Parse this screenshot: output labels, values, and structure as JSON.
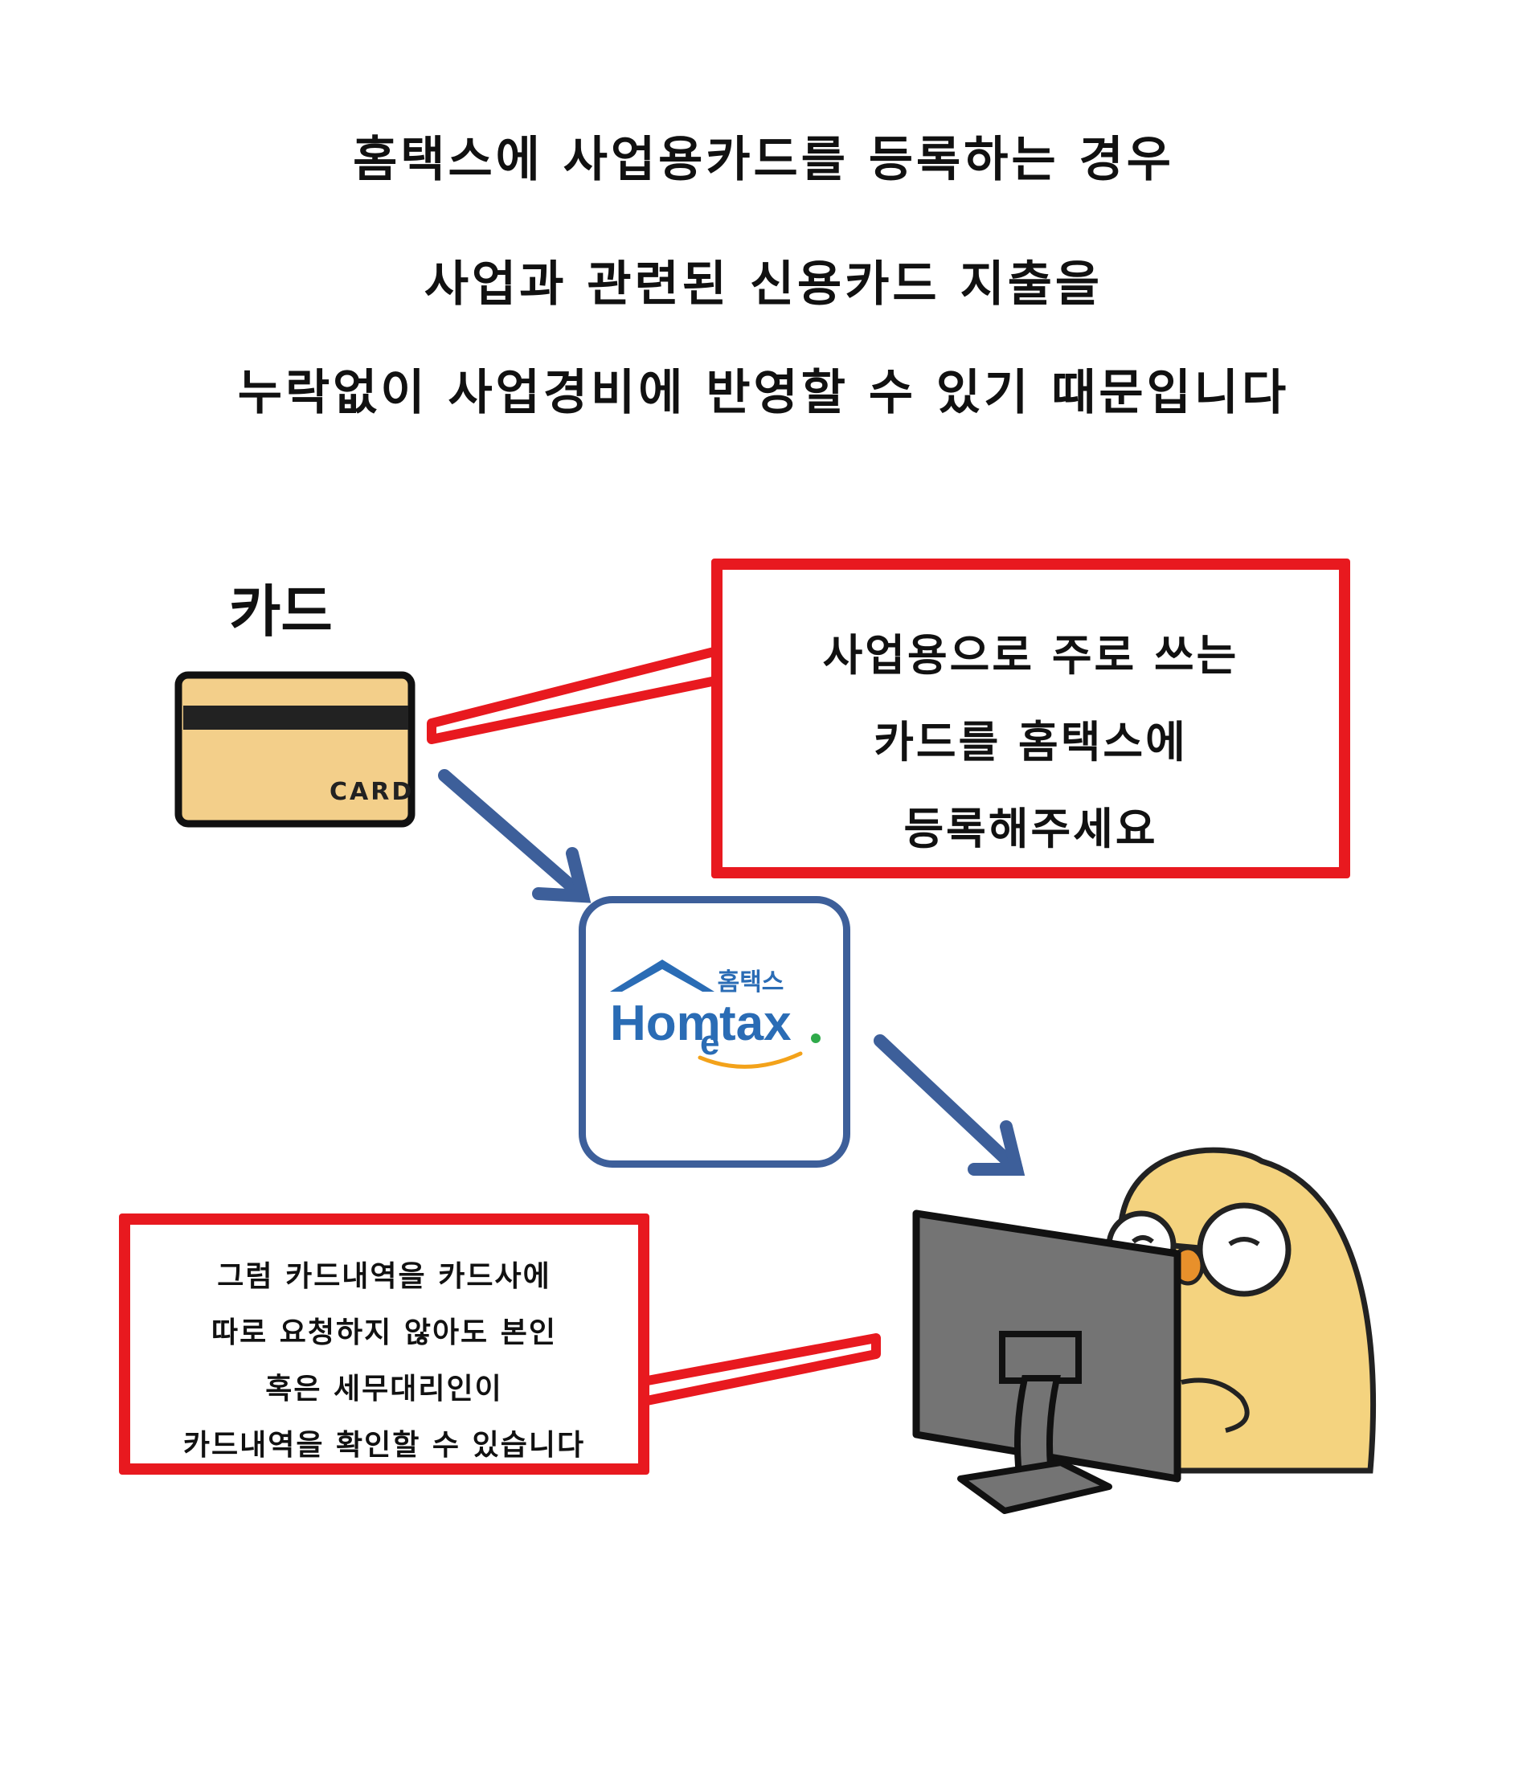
{
  "heading": {
    "line1": "홈택스에 사업용카드를 등록하는 경우",
    "line2": "사업과 관련된 신용카드 지출을",
    "line3": "누락없이 사업경비에 반영할 수 있기 때문입니다"
  },
  "card": {
    "label": "카드",
    "face_text": "CARD"
  },
  "bubble_top": {
    "lines": [
      "사업용으로 주로 쓰는",
      "카드를 홈택스에",
      "등록해주세요"
    ]
  },
  "hometax": {
    "korean": "홈택스",
    "wordmark_a": "Hom",
    "wordmark_e": "e",
    "wordmark_b": "tax"
  },
  "bubble_bottom": {
    "lines": [
      "그럼 카드내역을 카드사에",
      "따로 요청하지 않아도 본인",
      "혹은 세무대리인이",
      "카드내역을 확인할 수 있습니다"
    ]
  },
  "colors": {
    "bubble_border": "#e8191f",
    "arrow": "#3d5f9a",
    "card_fill": "#f3cf8a",
    "hometax_blue": "#2a6cb5",
    "hometax_orange": "#f3a21a",
    "hometax_green": "#2faa4a",
    "monitor": "#747474",
    "character": "#f4d37f"
  },
  "icons": [
    "credit-card-icon",
    "hometax-logo",
    "computer-monitor-icon",
    "character-illustration"
  ]
}
